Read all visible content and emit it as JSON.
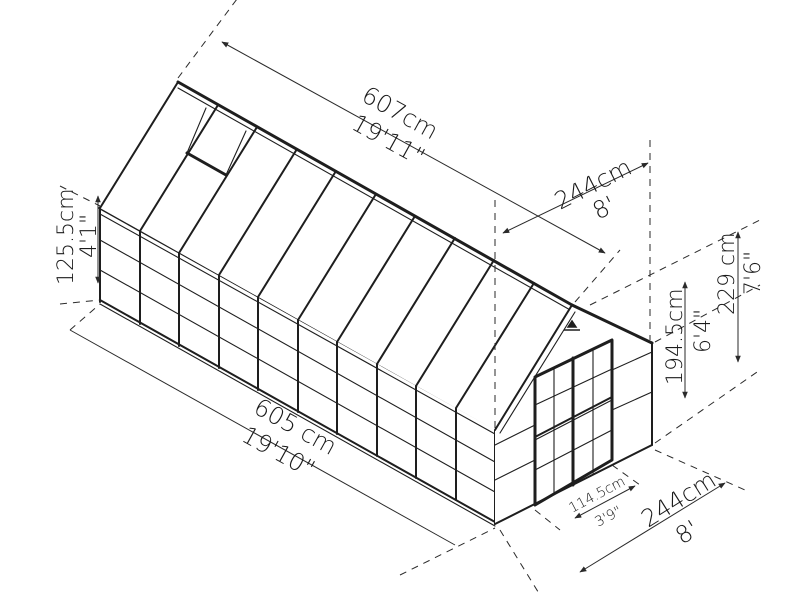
{
  "diagram": {
    "subject": "Greenhouse dimensions",
    "line_color": "#1e1e1e",
    "background": "#ffffff",
    "dimensions": {
      "roof_length": {
        "metric": "607cm",
        "imperial": "19'11\""
      },
      "roof_width": {
        "metric": "244cm",
        "imperial": "8'"
      },
      "side_height": {
        "metric": "125.5cm",
        "imperial": "4'1\""
      },
      "door_height": {
        "metric": "194.5cm",
        "imperial": "6'4\""
      },
      "peak_height": {
        "metric": "229 cm",
        "imperial": "7'6\""
      },
      "base_length": {
        "metric": "605 cm",
        "imperial": "19'10\""
      },
      "door_width": {
        "metric": "114.5cm",
        "imperial": "3'9\""
      },
      "base_width": {
        "metric": "244cm",
        "imperial": "8'"
      }
    }
  }
}
